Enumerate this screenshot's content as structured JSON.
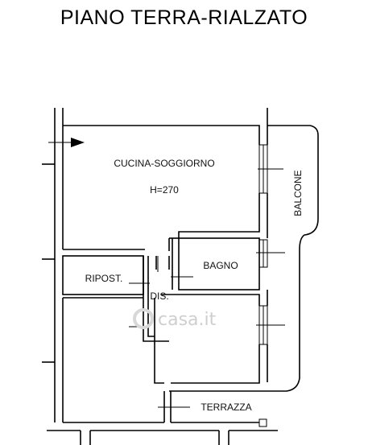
{
  "title": "PIANO TERRA-RIALZATO",
  "rooms": {
    "kitchen_living": "CUCINA-SOGGIORNO",
    "height": "H=270",
    "storage": "RIPOST.",
    "bathroom": "BAGNO",
    "hall": "DIS.",
    "terrace": "TERRAZZA",
    "balcony": "BALCONE"
  },
  "watermark": "casa.it"
}
